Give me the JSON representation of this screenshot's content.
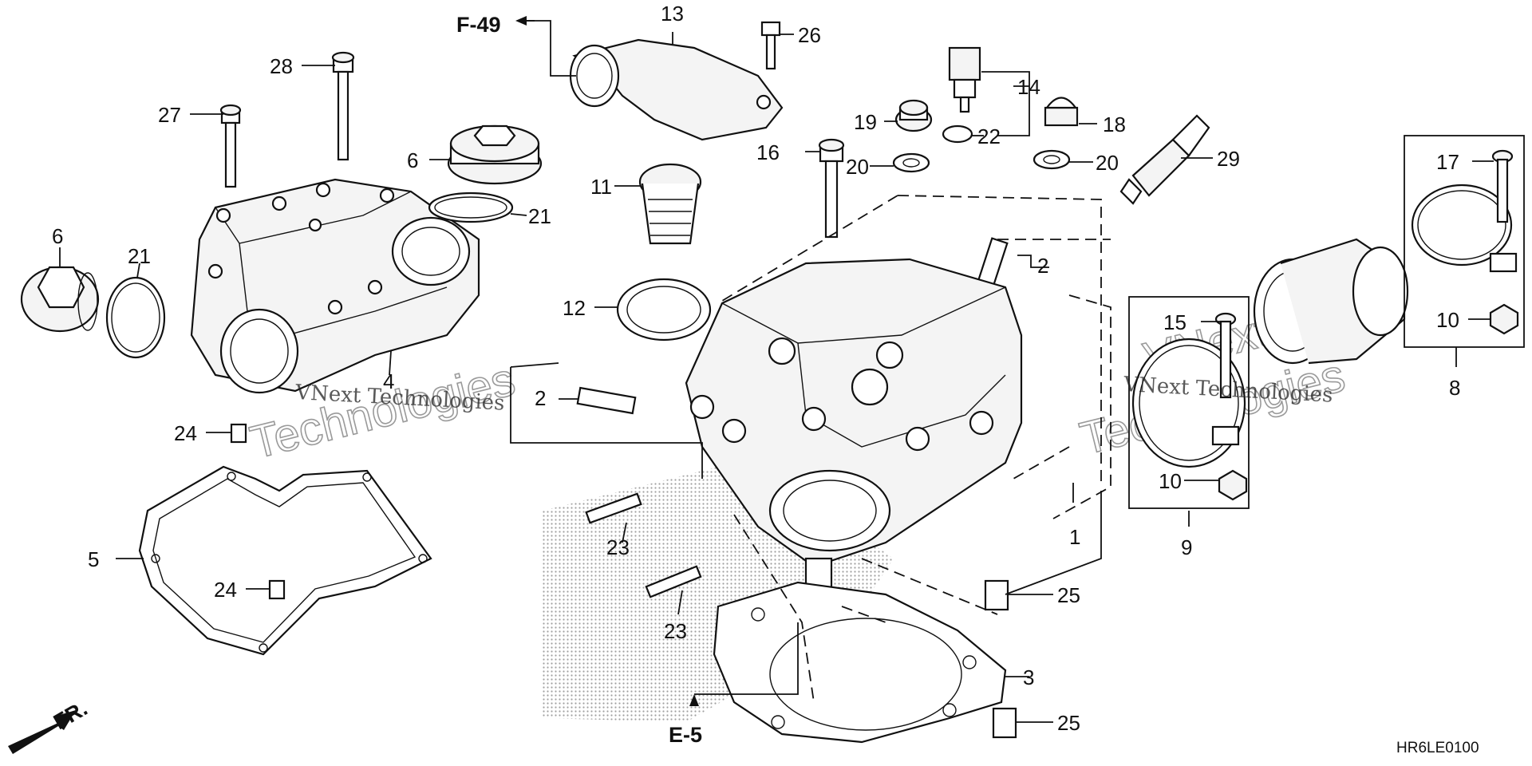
{
  "diagram": {
    "code": "HR6LE0100",
    "refs": {
      "f49": "F-49",
      "e5": "E-5",
      "front": "FR."
    },
    "watermark": {
      "line1": "VNext",
      "line2": "Technologies",
      "small": "VNext Technologies"
    },
    "callouts": [
      {
        "id": "c1",
        "text": "1"
      },
      {
        "id": "c2a",
        "text": "2"
      },
      {
        "id": "c2b",
        "text": "2"
      },
      {
        "id": "c2c",
        "text": "2"
      },
      {
        "id": "c3",
        "text": "3"
      },
      {
        "id": "c4",
        "text": "4"
      },
      {
        "id": "c5",
        "text": "5"
      },
      {
        "id": "c6a",
        "text": "6"
      },
      {
        "id": "c6b",
        "text": "6"
      },
      {
        "id": "c8",
        "text": "8"
      },
      {
        "id": "c9",
        "text": "9"
      },
      {
        "id": "c10a",
        "text": "10"
      },
      {
        "id": "c10b",
        "text": "10"
      },
      {
        "id": "c11",
        "text": "11"
      },
      {
        "id": "c12",
        "text": "12"
      },
      {
        "id": "c13",
        "text": "13"
      },
      {
        "id": "c14",
        "text": "14"
      },
      {
        "id": "c15",
        "text": "15"
      },
      {
        "id": "c16",
        "text": "16"
      },
      {
        "id": "c17",
        "text": "17"
      },
      {
        "id": "c18",
        "text": "18"
      },
      {
        "id": "c19",
        "text": "19"
      },
      {
        "id": "c20a",
        "text": "20"
      },
      {
        "id": "c20b",
        "text": "20"
      },
      {
        "id": "c21a",
        "text": "21"
      },
      {
        "id": "c21b",
        "text": "21"
      },
      {
        "id": "c22",
        "text": "22"
      },
      {
        "id": "c23a",
        "text": "23"
      },
      {
        "id": "c23b",
        "text": "23"
      },
      {
        "id": "c24a",
        "text": "24"
      },
      {
        "id": "c24b",
        "text": "24"
      },
      {
        "id": "c25a",
        "text": "25"
      },
      {
        "id": "c25b",
        "text": "25"
      },
      {
        "id": "c26",
        "text": "26"
      },
      {
        "id": "c27",
        "text": "27"
      },
      {
        "id": "c28",
        "text": "28"
      },
      {
        "id": "c29",
        "text": "29"
      }
    ]
  }
}
